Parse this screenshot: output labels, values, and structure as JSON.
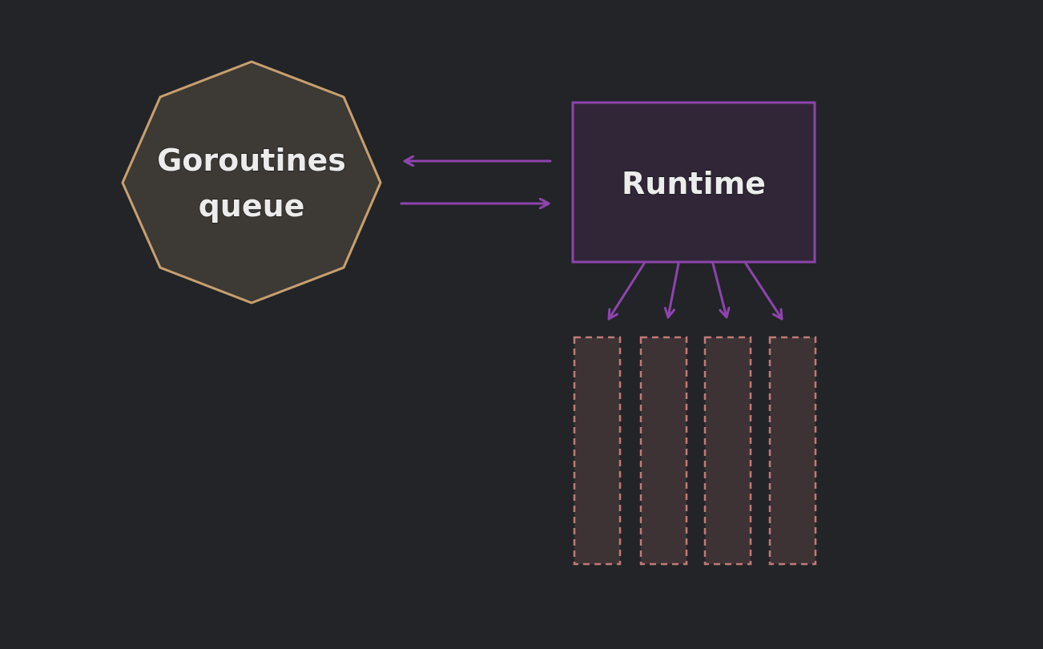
{
  "diagram": {
    "queue_node": {
      "label_line1": "Goroutines",
      "label_line2": "queue",
      "fill": "#3d3935",
      "stroke": "#c8a06e"
    },
    "runtime_node": {
      "label": "Runtime",
      "fill": "#312638",
      "stroke": "#8e44ad"
    },
    "arrow_color": "#8e44ad",
    "workers": {
      "count": 4,
      "fill": "#3d3234",
      "stroke": "#c07a78"
    }
  }
}
